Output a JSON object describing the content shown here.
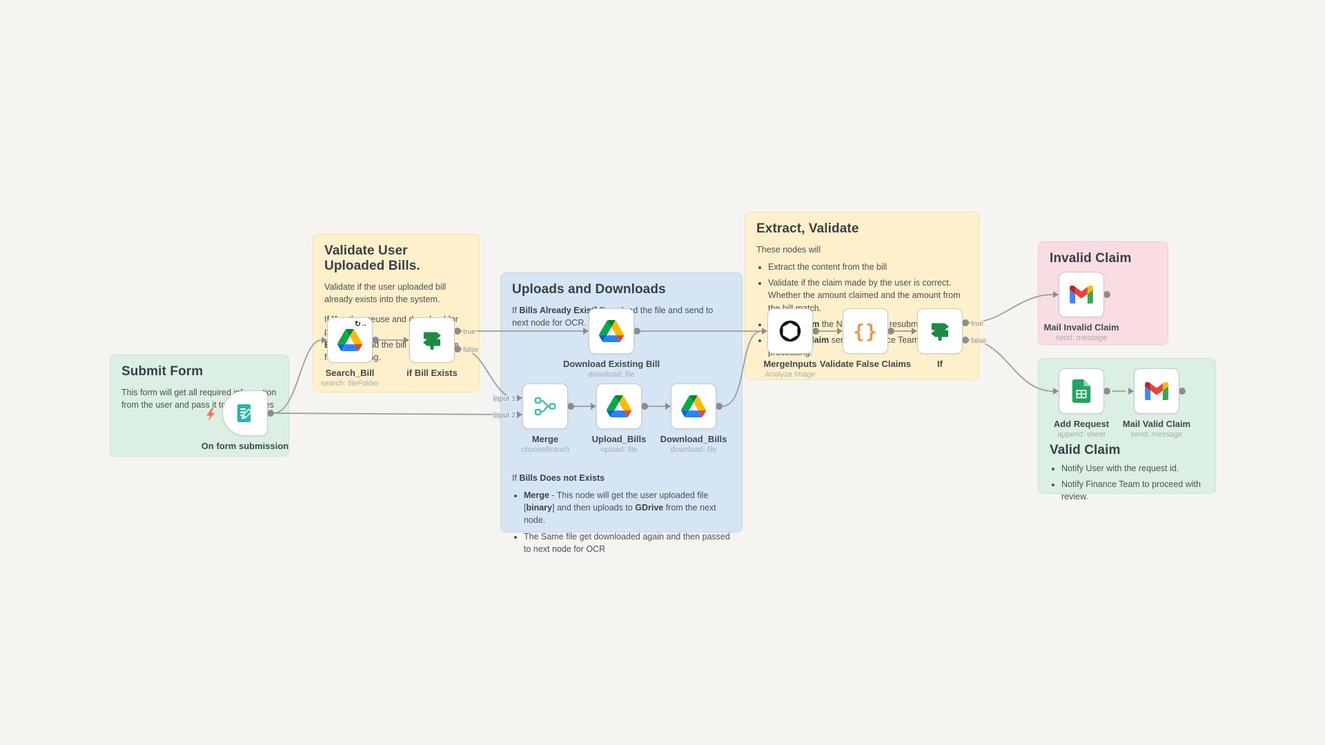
{
  "colors": {
    "canvas_bg": "#f5f4f1",
    "sticky_green": "#dbf0e2",
    "sticky_yellow": "#fdf0cb",
    "sticky_blue": "#d6e5f3",
    "sticky_red": "#f8dee3",
    "wire_gray": "#9c9c9c",
    "if_icon_green": "#1c8c43",
    "merge_icon_teal": "#40bfb4",
    "braces_orange": "#e89a3c",
    "form_icon_teal": "#2bb3aa",
    "bolt_red": "#ff6d5a"
  },
  "ports": {
    "true_label": "true",
    "false_label": "false",
    "input1_label": "Input 1",
    "input2_label": "Input 2"
  },
  "stickies": {
    "submit": {
      "title": "Submit Form",
      "body": "This form will get all required information from the user and pass it to other nodes"
    },
    "validate": {
      "title": "Validate User Uploaded Bills.",
      "p1": "Validate if the user uploaded bill already exists into the system.",
      "p2_if": "If ",
      "p2_yes": "Yes",
      "p2_a": " then reuse and download for proccesing.",
      "p2_else": "Else",
      "p2_b": " – Upload the bill and then use for processing."
    },
    "uploads": {
      "title": "Uploads and Downloads",
      "p1_if": "If ",
      "p1_b": "Bills Already Exist]",
      "p1_rest": " Download the file and send to next node for OCR.",
      "h2_if": "If ",
      "h2_b": "Bills Does not Exists",
      "b1_merge": "Merge",
      "b1_t1": " - This node will get the user uploaded file [",
      "b1_binary": "binary",
      "b1_t2": "] and then uploads to ",
      "b1_gdrive": "GDrive",
      "b1_t3": " from the next node.",
      "b2": "The Same file get downloaded again and then passed to next node for OCR"
    },
    "extract": {
      "title": "Extract, Validate",
      "p1": "These nodes will",
      "b1": "Extract the content from the bill",
      "b2": "Validate if the claim made by the user is correct. Whether the amount claimed and the amount from the bill match.",
      "b3_if": "If ",
      "b3_b": "false claim",
      "b3_t": " the Notify user to resubmit.",
      "b4_if": "If ",
      "b4_b": "correct claim",
      "b4_t": " send for Finance Team for processing."
    },
    "invalid": {
      "title": "Invalid Claim"
    },
    "valid": {
      "title": "Valid Claim",
      "b1": "Notify User with the request id.",
      "b2": "Notify Finance Team to proceed with review."
    }
  },
  "nodes": {
    "form": {
      "label": "On form submission"
    },
    "search_bill": {
      "label": "Search_Bill",
      "sub": "search: fileFolder",
      "badge": "↻→"
    },
    "if_bill": {
      "label": "if Bill Exists"
    },
    "download_existing": {
      "label": "Download Existing Bill",
      "sub": "download: file"
    },
    "merge": {
      "label": "Merge",
      "sub": "chooseBranch"
    },
    "upload_bills": {
      "label": "Upload_Bills",
      "sub": "upload: file"
    },
    "download_bills": {
      "label": "Download_Bills",
      "sub": "download: file"
    },
    "merge_inputs": {
      "label": "MergeInputs",
      "sub": "Analyze Image"
    },
    "validate_claims": {
      "label": "Validate False Claims",
      "icon_text": "{}"
    },
    "if2": {
      "label": "If"
    },
    "mail_invalid": {
      "label": "Mail Invalid Claim",
      "sub": "send: message"
    },
    "add_request": {
      "label": "Add Request",
      "sub": "append: sheet"
    },
    "mail_valid": {
      "label": "Mail Valid Claim",
      "sub": "send: message"
    }
  }
}
